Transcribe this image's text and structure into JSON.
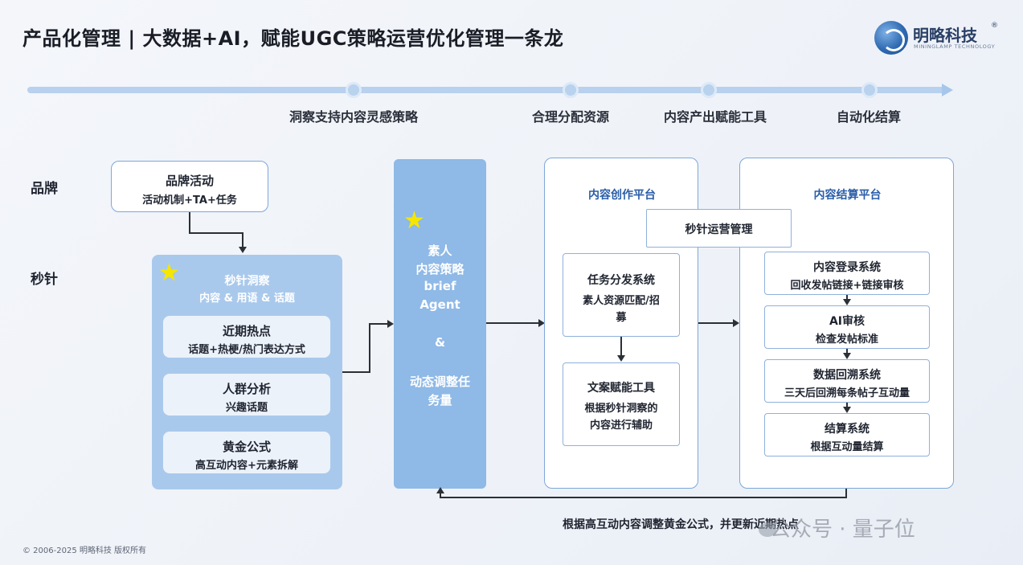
{
  "title": "产品化管理 | 大数据+AI，赋能UGC策略运营优化管理一条龙",
  "logo": {
    "name": "明略科技",
    "sub": "MININGLAMP TECHNOLOGY",
    "reg": "®"
  },
  "timeline": {
    "labels": [
      "洞察支持内容灵感策略",
      "合理分配资源",
      "内容产出赋能工具",
      "自动化结算"
    ]
  },
  "rows": {
    "brand": "品牌",
    "miaozhen": "秒针"
  },
  "brand_box": {
    "title": "品牌活动",
    "sub": "活动机制+TA+任务"
  },
  "insight_panel": {
    "title": "秒针洞察",
    "sub": "内容 & 用语 & 话题",
    "cards": [
      {
        "title": "近期热点",
        "sub": "话题+热梗/热门表达方式"
      },
      {
        "title": "人群分析",
        "sub": "兴趣话题"
      },
      {
        "title": "黄金公式",
        "sub": "高互动内容+元素拆解"
      }
    ]
  },
  "agent_panel": {
    "line1": "素人",
    "line2": "内容策略",
    "line3": "brief",
    "line4": "Agent",
    "amp": "&",
    "line5": "动态调整任",
    "line6": "务量"
  },
  "creation_platform": {
    "title": "内容创作平台",
    "task": {
      "title": "任务分发系统",
      "sub1": "素人资源匹配/招",
      "sub2": "募"
    },
    "copy": {
      "title": "文案赋能工具",
      "sub1": "根据秒针洞察的",
      "sub2": "内容进行辅助"
    }
  },
  "ops_mgmt": "秒针运营管理",
  "settlement_platform": {
    "title": "内容结算平台",
    "items": [
      {
        "title": "内容登录系统",
        "sub": "回收发帖链接+链接审核"
      },
      {
        "title": "AI审核",
        "sub": "检查发帖标准"
      },
      {
        "title": "数据回溯系统",
        "sub": "三天后回溯每条帖子互动量"
      },
      {
        "title": "结算系统",
        "sub": "根据互动量结算"
      }
    ]
  },
  "feedback_text": "根据高互动内容调整黄金公式，并更新近期热点",
  "footer": "© 2006-2025 明略科技 版权所有",
  "watermark": "公众号 · 量子位",
  "colors": {
    "accent": "#2a5da8",
    "panel_blue": "#a9c9ec",
    "timeline": "#b7d1ee",
    "star": "#f6e600"
  },
  "icons": [
    "logo-mark",
    "star-icon",
    "wechat-icon"
  ]
}
